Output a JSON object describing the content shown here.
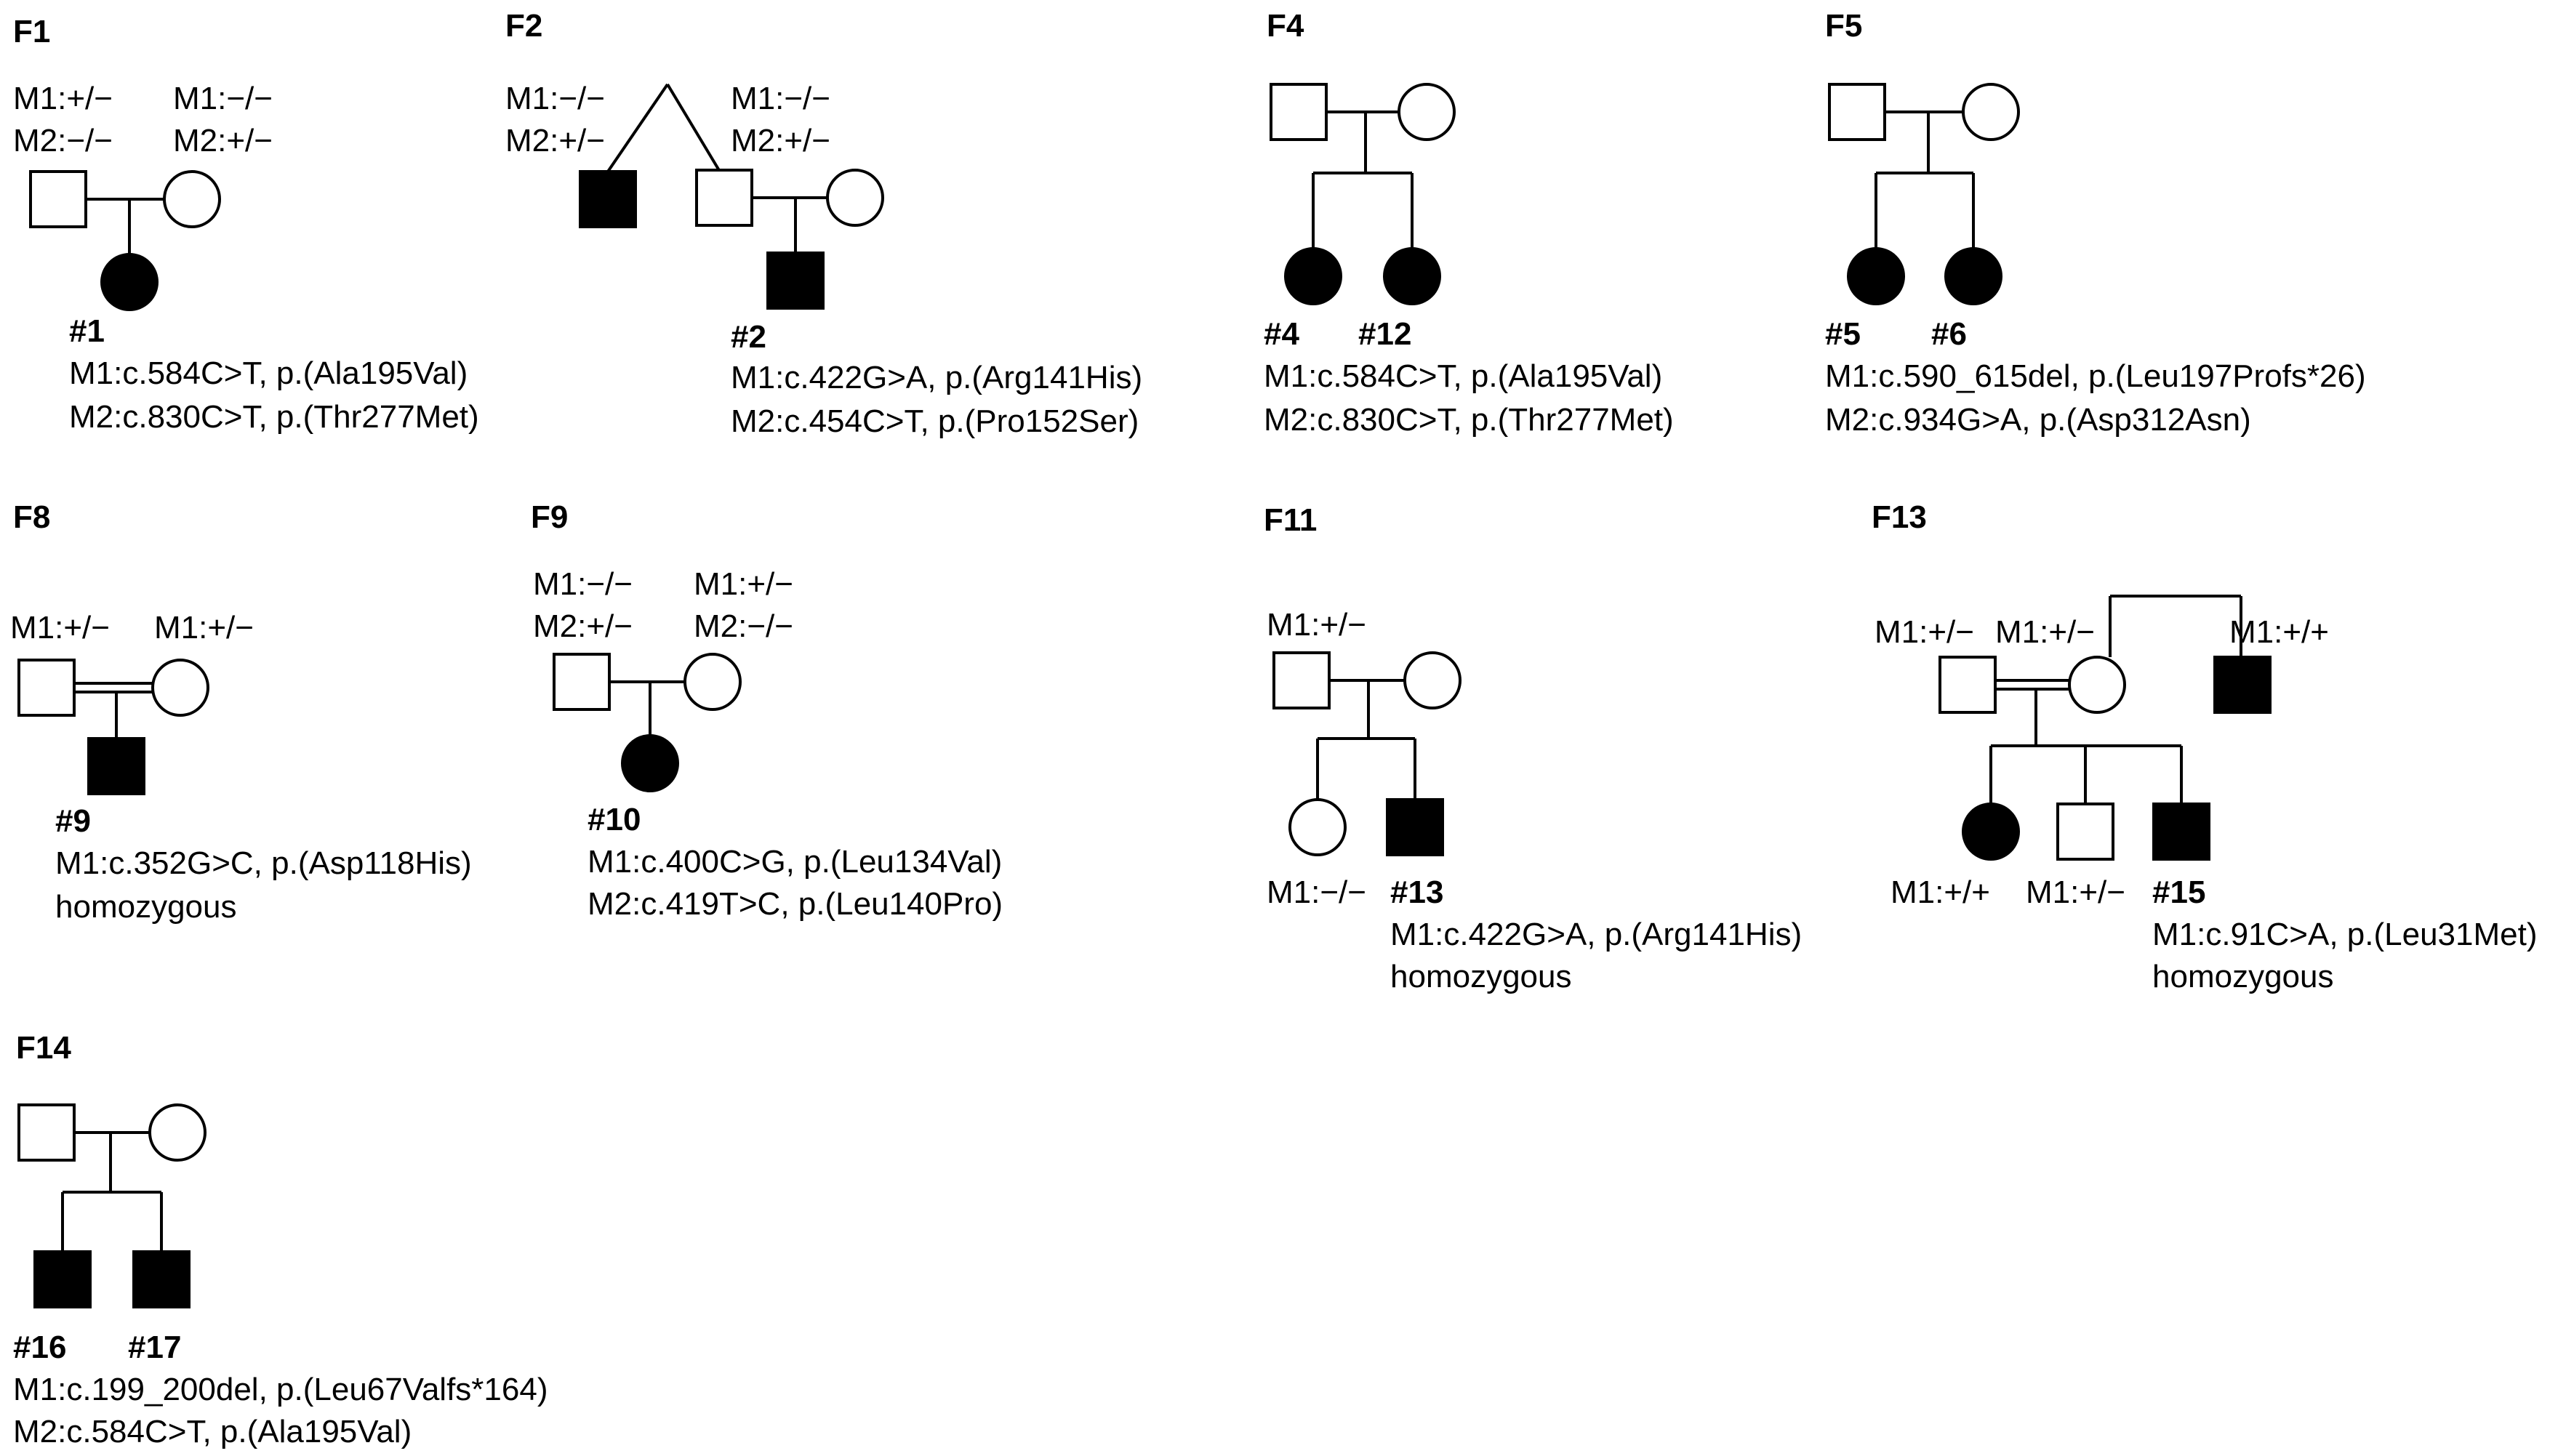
{
  "families": {
    "F1": {
      "label": "F1",
      "father_geno": [
        "M1:+/−",
        "M2:−/−"
      ],
      "mother_geno": [
        "M1:−/−",
        "M2:+/−"
      ],
      "proband": "#1",
      "variants": [
        "M1:c.584C>T, p.(Ala195Val)",
        "M2:c.830C>T, p.(Thr277Met)"
      ]
    },
    "F2": {
      "label": "F2",
      "gp_left_geno": [
        "M1:−/−",
        "M2:+/−"
      ],
      "gp_right_geno": [
        "M1:−/−",
        "M2:+/−"
      ],
      "proband": "#2",
      "variants": [
        "M1:c.422G>A, p.(Arg141His)",
        "M2:c.454C>T, p.(Pro152Ser)"
      ]
    },
    "F4": {
      "label": "F4",
      "probands": [
        "#4",
        "#12"
      ],
      "variants": [
        "M1:c.584C>T, p.(Ala195Val)",
        "M2:c.830C>T, p.(Thr277Met)"
      ]
    },
    "F5": {
      "label": "F5",
      "probands": [
        "#5",
        "#6"
      ],
      "variants": [
        "M1:c.590_615del, p.(Leu197Profs*26)",
        "M2:c.934G>A, p.(Asp312Asn)"
      ]
    },
    "F8": {
      "label": "F8",
      "father_geno": [
        "M1:+/−"
      ],
      "mother_geno": [
        "M1:+/−"
      ],
      "proband": "#9",
      "variants": [
        "M1:c.352G>C, p.(Asp118His)",
        "homozygous"
      ]
    },
    "F9": {
      "label": "F9",
      "father_geno": [
        "M1:−/−",
        "M2:+/−"
      ],
      "mother_geno": [
        "M1:+/−",
        "M2:−/−"
      ],
      "proband": "#10",
      "variants": [
        "M1:c.400C>G, p.(Leu134Val)",
        "M2:c.419T>C, p.(Leu140Pro)"
      ]
    },
    "F11": {
      "label": "F11",
      "father_geno": [
        "M1:+/−"
      ],
      "sibling_geno": "M1:−/−",
      "proband": "#13",
      "variants": [
        "M1:c.422G>A, p.(Arg141His)",
        "homozygous"
      ]
    },
    "F13": {
      "label": "F13",
      "father_geno": "M1:+/−",
      "mother_geno": "M1:+/−",
      "uncle_geno": "M1:+/+",
      "daughter_geno": "M1:+/+",
      "son_geno": "M1:+/−",
      "proband": "#15",
      "variants": [
        "M1:c.91C>A, p.(Leu31Met)",
        "homozygous"
      ]
    },
    "F14": {
      "label": "F14",
      "probands": [
        "#16",
        "#17"
      ],
      "variants": [
        "M1:c.199_200del, p.(Leu67Valfs*164)",
        "M2:c.584C>T, p.(Ala195Val)"
      ]
    }
  }
}
